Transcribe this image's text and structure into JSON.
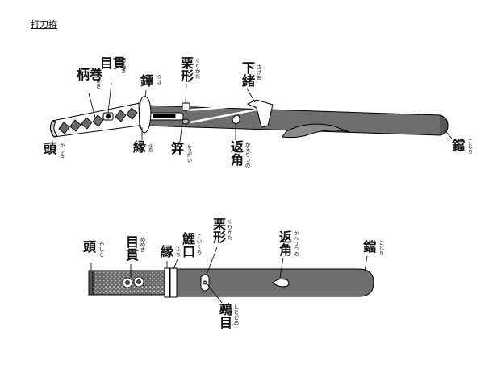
{
  "title": "打刀拵",
  "colors": {
    "scabbard": "#6e6e6e",
    "line": "#000000",
    "fitting": "#ffffff"
  },
  "top_diagram": {
    "labels": {
      "menuki": "目貫",
      "menuki_ruby": "めぬき",
      "tsukamaki": "柄巻",
      "tsukamaki_ruby": "つかまき",
      "tsuba": "鐔",
      "tsuba_ruby": "つば",
      "kurikata": "栗形",
      "kurikata_ruby": "くりかた",
      "sageo": "下緒",
      "sageo_ruby": "さげお",
      "kashira": "頭",
      "kashira_ruby": "かしら",
      "fuchi": "縁",
      "fuchi_ruby": "ふち",
      "kogai": "笄",
      "kogai_ruby": "こうがい",
      "kaerizuno": "返角",
      "kaerizuno_ruby": "かえりつの",
      "kojiri": "鐺",
      "kojiri_ruby": "こじり"
    }
  },
  "bottom_diagram": {
    "labels": {
      "kashira": "頭",
      "kashira_ruby": "かしら",
      "menuki": "目貫",
      "menuki_ruby": "めぬき",
      "fuchi": "縁",
      "fuchi_ruby": "ふち",
      "koiguchi": "鯉口",
      "koiguchi_ruby": "こいくち",
      "kurikata": "栗形",
      "kurikata_ruby": "くりかた",
      "kaerizuno": "返角",
      "kaerizuno_ruby": "かへりつの",
      "kojiri": "鐺",
      "kojiri_ruby": "こじり",
      "shitodome": "鵐目",
      "shitodome_ruby": "しとどめ"
    }
  }
}
